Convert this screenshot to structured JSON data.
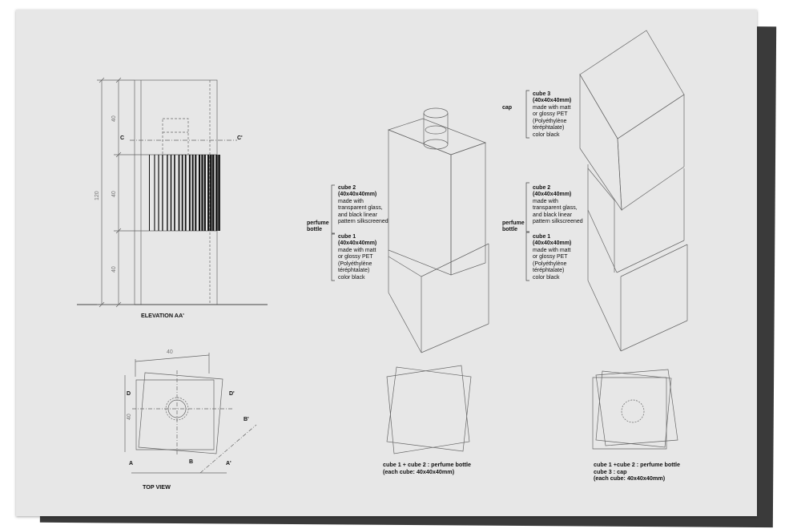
{
  "elevation": {
    "title": "ELEVATION AA'",
    "dim_total": "120",
    "dim_top": "40",
    "dim_mid": "40",
    "dim_bottom": "40",
    "section_left": "C",
    "section_right": "C'"
  },
  "top_view": {
    "title": "TOP VIEW",
    "dim_width": "40",
    "dim_depth": "40",
    "label_a": "A",
    "label_a2": "A'",
    "label_b": "B",
    "label_b2": "B'",
    "label_d": "D",
    "label_d2": "D'"
  },
  "bottle": {
    "group_label": "perfume\nbottle",
    "cube2_title": "cube 2\n(40x40x40mm)",
    "cube2_desc": "made with\ntransparent glass,\nand black linear\npattern silkscreened",
    "cube1_title": "cube 1\n(40x40x40mm)",
    "cube1_desc": "made with matt\nor glossy PET\n(Polyéthylène\ntéréphtalate)\ncolor black",
    "caption": "cube 1 + cube 2 : perfume bottle\n(each cube: 40x40x40mm)"
  },
  "with_cap": {
    "cap_label": "cap",
    "cube3_title": "cube 3\n(40x40x40mm)",
    "cube3_desc": "made with matt\nor glossy PET\n(Polyéthylène\ntéréphtalate)\ncolor black",
    "group_label": "perfume\nbottle",
    "cube2_title": "cube 2\n(40x40x40mm)",
    "cube2_desc": "made with\ntransparent glass,\nand black linear\npattern silkscreened",
    "cube1_title": "cube 1\n(40x40x40mm)",
    "cube1_desc": "made with matt\nor glossy PET\n(Polyéthylène\ntéréphtalate)\ncolor black",
    "caption": "cube 1 +cube 2 : perfume bottle\ncube 3 : cap\n(each cube: 40x40x40mm)"
  }
}
